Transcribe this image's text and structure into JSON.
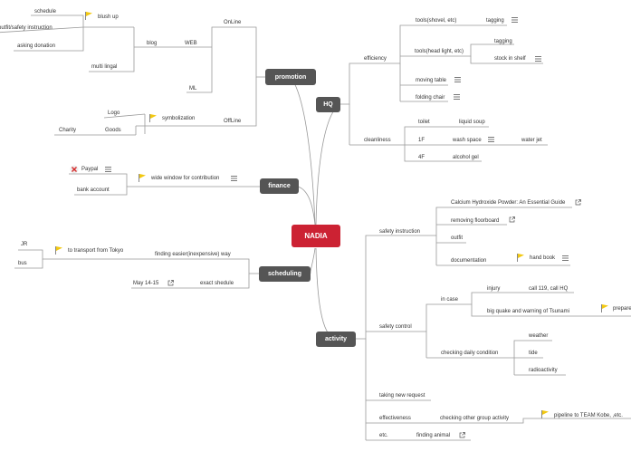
{
  "root": "NADIA",
  "main": {
    "promotion": "promotion",
    "finance": "finance",
    "scheduling": "scheduling",
    "hq": "HQ",
    "activity": "activity"
  },
  "promotion": {
    "online": "OnLine",
    "web": "WEB",
    "blog": "blog",
    "blush_up": "blush up",
    "schedule": "schedule",
    "outfit": "outfit/safety instruction",
    "asking_donation": "asking donation",
    "multi_lingal": "multi lingal",
    "ml": "ML",
    "offline": "OffLine",
    "symbolization": "symbolization",
    "logo": "Logo",
    "goods": "Goods",
    "charity": "Charity"
  },
  "finance": {
    "wide_window": "wide window for contribution",
    "paypal": "Paypal",
    "bank_account": "bank account"
  },
  "scheduling": {
    "finding_easier": "finding easier(inexpensive) way",
    "to_transport": "to transport from Tokyo",
    "jr": "JR",
    "bus": "bus",
    "exact_shedule": "exact shedule",
    "may": "May 14-15"
  },
  "hq": {
    "efficiency": "efficiency",
    "tools_shovel": "tools(shovel, etc)",
    "tagging1": "tagging",
    "tools_head": "tools(head light, etc)",
    "tagging2": "tagging",
    "stock": "stock in shelf",
    "moving_table": "moving table",
    "folding_chair": "folding chair",
    "cleanliness": "cleanliness",
    "toilet": "toilet",
    "liquid_soup": "liquid soup",
    "f1": "1F",
    "wash_space": "wash space",
    "water_jet": "water jet",
    "f4": "4F",
    "alcohol_gel": "alcohol gel"
  },
  "activity": {
    "safety_instruction": "safety instruction",
    "calcium": "Calcium Hydroxide Powder: An Essential Guide",
    "removing_floorboard": "removing floorboard",
    "outfit": "outfit",
    "documentation": "documentation",
    "hand_book": "hand book",
    "safety_control": "safety control",
    "in_case": "in case",
    "injury": "injury",
    "call_119": "call 119, call HQ",
    "big_quake": "big quake and warning of Tsunami",
    "prepare": "prepare",
    "checking_daily": "checking daily condition",
    "weather": "weather",
    "tide": "tide",
    "radioactivity": "radioactivity",
    "taking_new": "taking new request",
    "effectiveness": "effectiveness",
    "checking_other": "checking other group activity",
    "pipeline": "pipeline to TEAM Kobe, ,etc.",
    "etc": "etc.",
    "finding_animal": "finding animal"
  },
  "colors": {
    "root": "#cc2233",
    "main_node": "#555555",
    "line": "#999999",
    "flag": "#f2c811"
  }
}
